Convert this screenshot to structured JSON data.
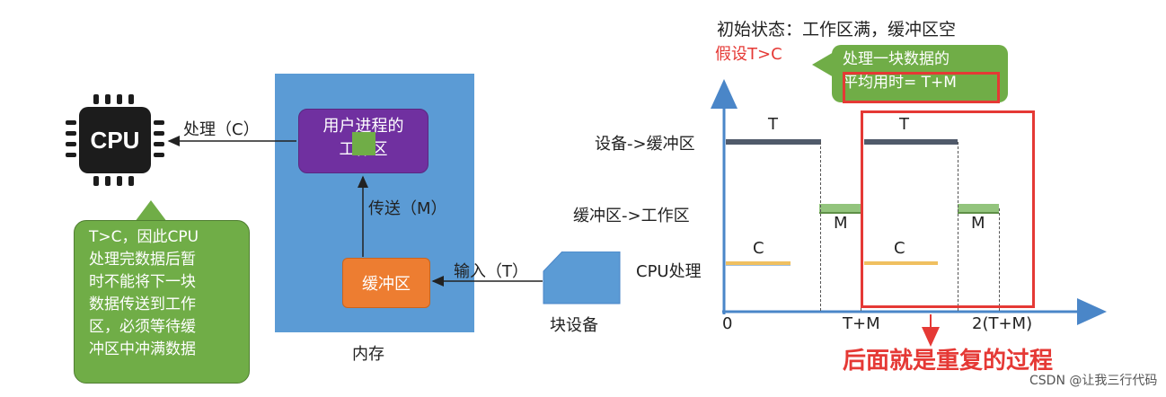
{
  "cpu": {
    "chip_label": "CPU",
    "process_label": "处理（C）"
  },
  "left_callout": {
    "lines": [
      "T>C，因此CPU",
      "处理完数据后暂",
      "时不能将下一块",
      "数据传送到工作",
      "区，必须等待缓",
      "冲区中冲满数据"
    ]
  },
  "memory": {
    "work_area_lines": [
      "用户进程的",
      "工作区"
    ],
    "transfer_label": "传送（M）",
    "buffer_label": "缓冲区",
    "caption": "内存"
  },
  "block_device": {
    "caption": "块设备",
    "input_label": "输入（T）"
  },
  "timeline": {
    "initial_state": "初始状态：工作区满，缓冲区空",
    "assumption": "假设T>C",
    "avg_time_lines": [
      "处理一块数据的",
      "平均用时= T+M"
    ],
    "rows": [
      "设备->缓冲区",
      "缓冲区->工作区",
      "CPU处理"
    ],
    "x_ticks": [
      "0",
      "T+M",
      "2(T+M)"
    ],
    "bar_labels": {
      "T1": "T",
      "T2": "T",
      "M1": "M",
      "M2": "M",
      "C1": "C",
      "C2": "C"
    },
    "repeat_note": "后面就是重复的过程"
  },
  "watermark": "CSDN @让我三行代码",
  "colors": {
    "memory": "#5b9bd5",
    "work_area": "#7030a0",
    "buffer": "#ed7d31",
    "callout": "#70ad47",
    "highlight_red": "#e53935",
    "axis": "#4a86c8"
  }
}
